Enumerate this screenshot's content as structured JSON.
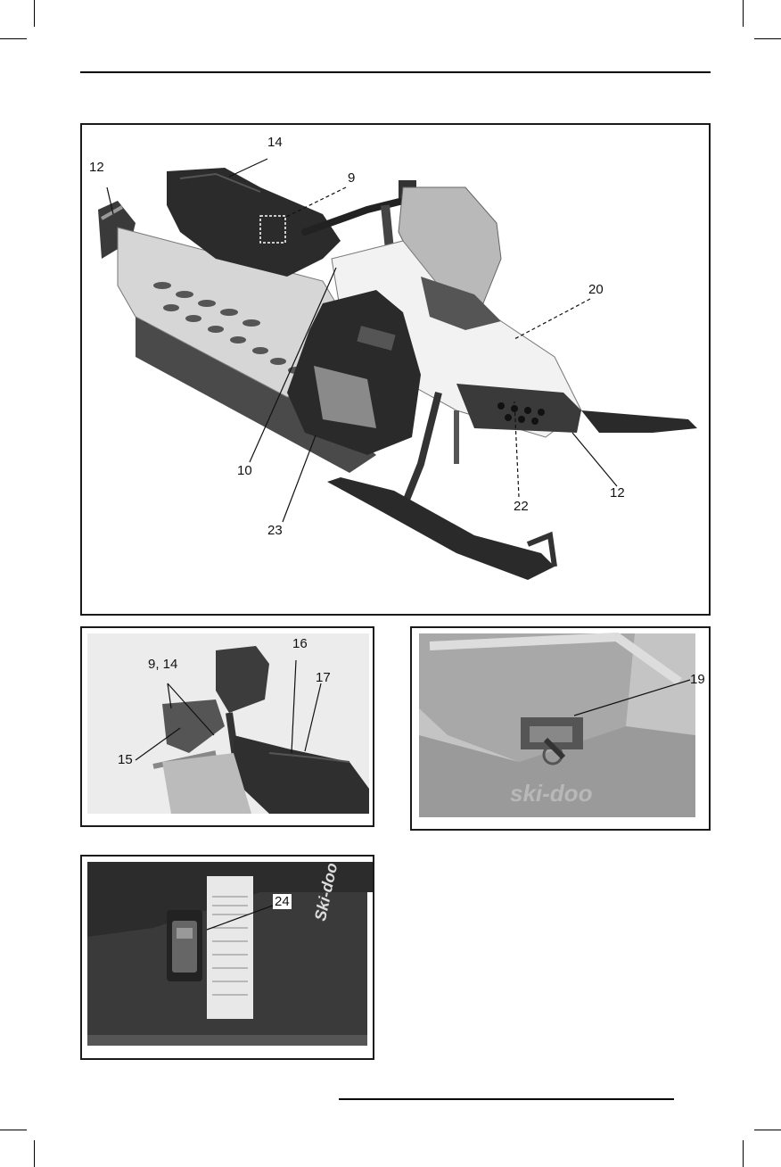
{
  "figures": {
    "main": {
      "callouts": {
        "c14": "14",
        "c12a": "12",
        "c9": "9",
        "c20": "20",
        "c10": "10",
        "c23": "23",
        "c22": "22",
        "c12b": "12"
      }
    },
    "seat": {
      "callouts": {
        "c9_14": "9, 14",
        "c16": "16",
        "c17": "17",
        "c15": "15"
      }
    },
    "hitch": {
      "callouts": {
        "c19": "19"
      },
      "logo_text": "ski-doo"
    },
    "console": {
      "callouts": {
        "c24": "24"
      },
      "logo_text": "Ski-doo"
    }
  }
}
